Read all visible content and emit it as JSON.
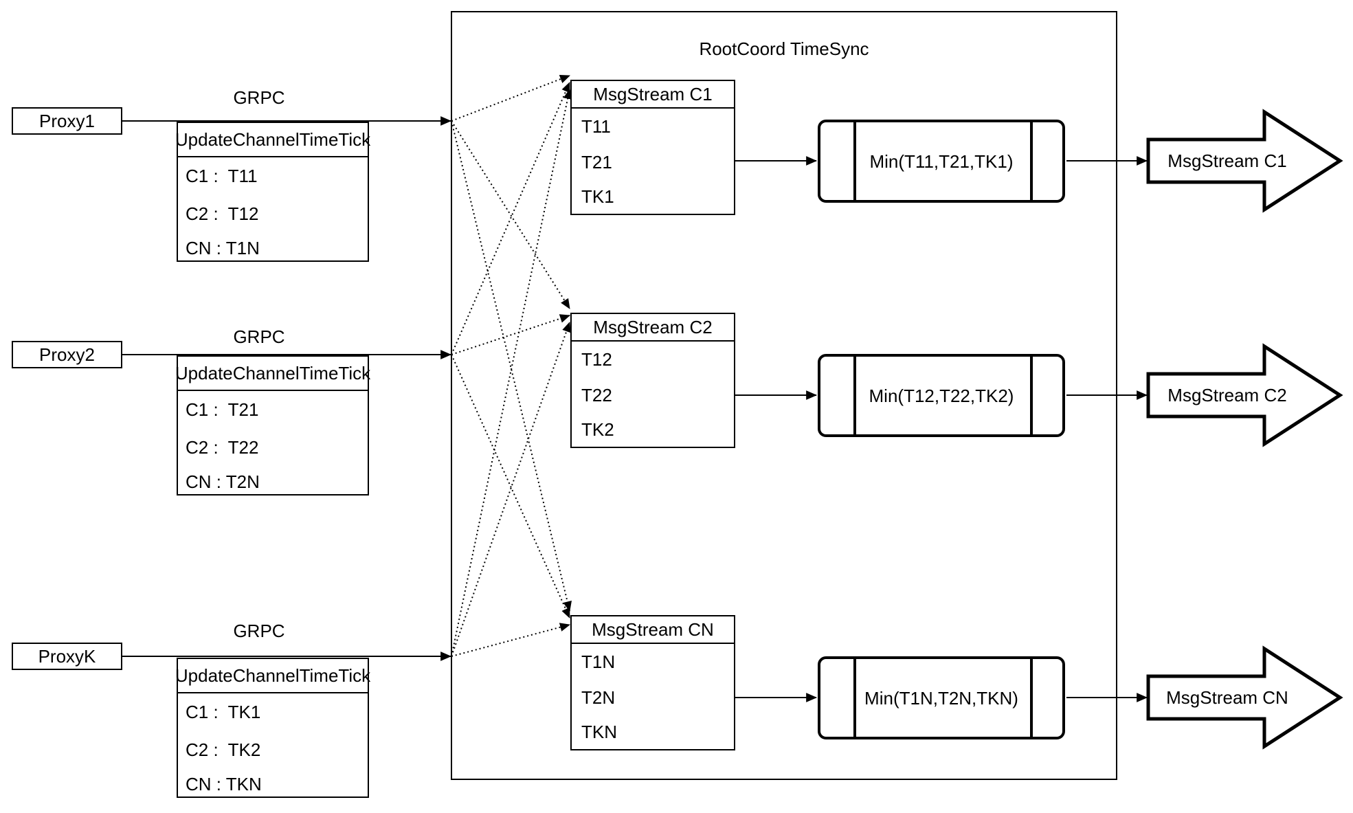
{
  "diagram": {
    "title": "RootCoord TimeSync",
    "colors": {
      "stroke": "#000000",
      "background": "#ffffff"
    },
    "rows": [
      {
        "proxy_label": "Proxy1",
        "grpc_label": "GRPC",
        "update_table": {
          "header": "UpdateChannelTimeTick",
          "rows": [
            "C1 :  T11",
            "C2 :  T12",
            "CN : T1N"
          ]
        },
        "msgstream_table": {
          "header": "MsgStream C1",
          "rows": [
            "T11",
            "T21",
            "TK1"
          ]
        },
        "min_label": "Min(T11,T21,TK1)",
        "output_label": "MsgStream C1"
      },
      {
        "proxy_label": "Proxy2",
        "grpc_label": "GRPC",
        "update_table": {
          "header": "UpdateChannelTimeTick",
          "rows": [
            "C1 :  T21",
            "C2 :  T22",
            "CN : T2N"
          ]
        },
        "msgstream_table": {
          "header": "MsgStream C2",
          "rows": [
            "T12",
            "T22",
            "TK2"
          ]
        },
        "min_label": "Min(T12,T22,TK2)",
        "output_label": "MsgStream C2"
      },
      {
        "proxy_label": "ProxyK",
        "grpc_label": "GRPC",
        "update_table": {
          "header": "UpdateChannelTimeTick",
          "rows": [
            "C1 :  TK1",
            "C2 :  TK2",
            "CN : TKN"
          ]
        },
        "msgstream_table": {
          "header": "MsgStream CN",
          "rows": [
            "T1N",
            "T2N",
            "TKN"
          ]
        },
        "min_label": "Min(T1N,T2N,TKN)",
        "output_label": "MsgStream CN"
      }
    ]
  }
}
